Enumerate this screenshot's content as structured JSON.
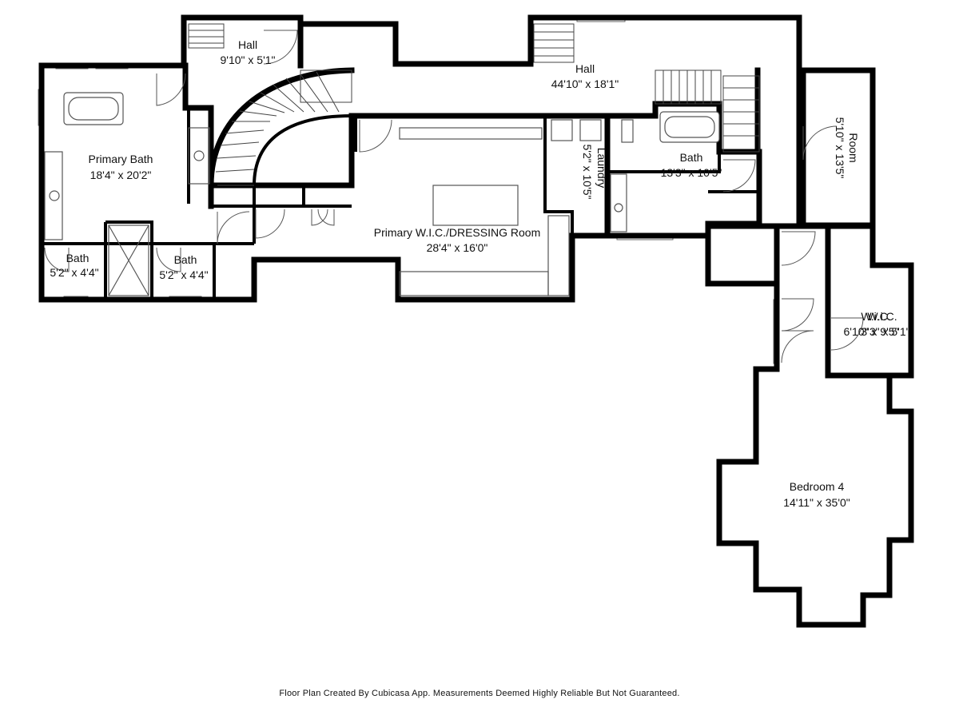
{
  "rooms": {
    "hall_small": {
      "name": "Hall",
      "dims": "9'10\" x 5'1\""
    },
    "hall_main": {
      "name": "Hall",
      "dims": "44'10\" x 18'1\""
    },
    "primary_bath": {
      "name": "Primary Bath",
      "dims": "18'4\" x 20'2\""
    },
    "laundry": {
      "name": "Laundry",
      "dims": "5'2\" x 10'5\""
    },
    "bath_center": {
      "name": "Bath",
      "dims": "13'3\" x 10'5\""
    },
    "room": {
      "name": "Room",
      "dims": "5'10\" x 13'5\""
    },
    "wic_primary": {
      "name": "Primary W.I.C./DRESSING Room",
      "dims": "28'4\" x 16'0\""
    },
    "bath_left": {
      "name": "Bath",
      "dims": "5'2\" x 4'4\""
    },
    "bath_mid": {
      "name": "Bath",
      "dims": "5'2\" x 4'4\""
    },
    "wic_small": {
      "name": "W.i.C.",
      "dims": "6'10\" x 9'5\""
    },
    "wic_overlap": {
      "name": "W.i.C.",
      "dims": "3'3\" x 5'1\""
    },
    "bedroom4": {
      "name": "Bedroom 4",
      "dims": "14'11\" x 35'0\""
    }
  },
  "footer": "Floor Plan Created By Cubicasa App. Measurements Deemed Highly Reliable But Not Guaranteed."
}
